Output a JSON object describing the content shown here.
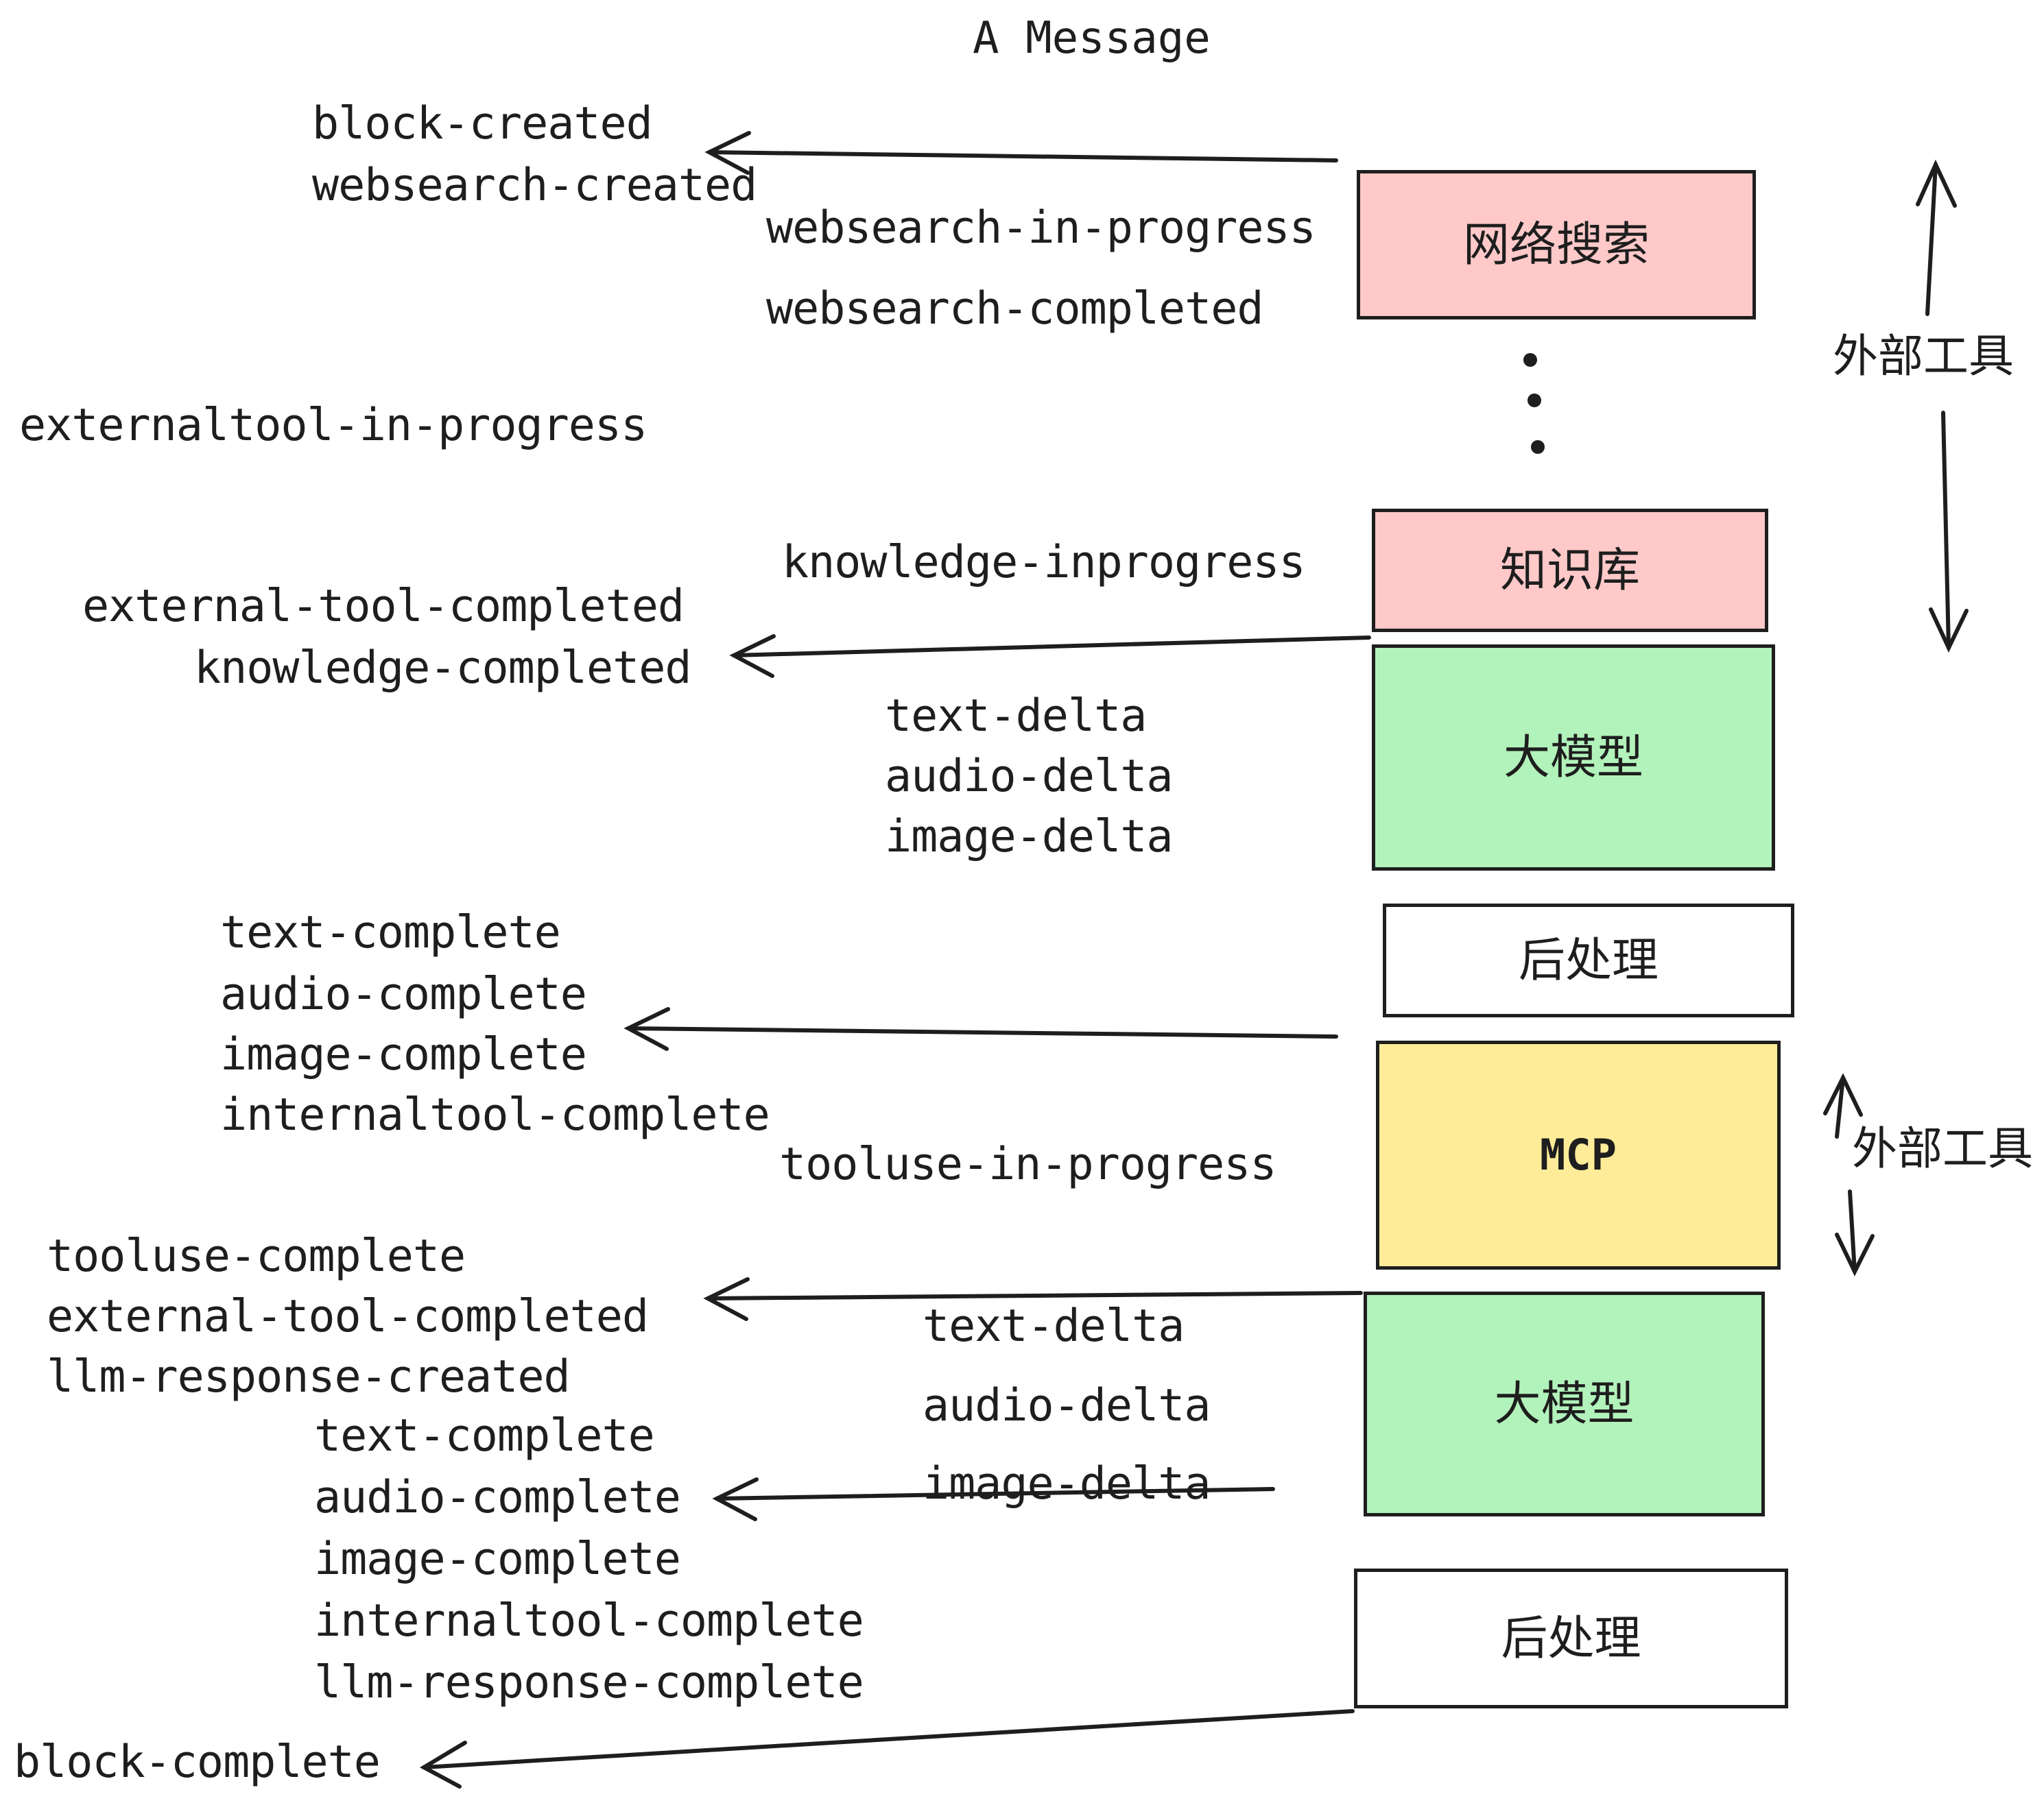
{
  "title": "A Message",
  "events": {
    "block_created": "block-created",
    "websearch_created": "websearch-created",
    "websearch_in_progress": "websearch-in-progress",
    "websearch_completed": "websearch-completed",
    "externaltool_in_progress": "externaltool-in-progress",
    "knowledge_inprogress": "knowledge-inprogress",
    "external_tool_completed": "external-tool-completed",
    "knowledge_completed": "knowledge-completed",
    "text_delta": "text-delta",
    "audio_delta": "audio-delta",
    "image_delta": "image-delta",
    "text_complete": "text-complete",
    "audio_complete": "audio-complete",
    "image_complete": "image-complete",
    "internaltool_complete": "internaltool-complete",
    "tooluse_in_progress": "tooluse-in-progress",
    "tooluse_complete": "tooluse-complete",
    "llm_response_created": "llm-response-created",
    "llm_response_complete": "llm-response-complete",
    "block_complete": "block-complete"
  },
  "boxes": {
    "websearch": {
      "label": "网络搜索",
      "color": "#ffc9c9"
    },
    "knowledge": {
      "label": "知识库",
      "color": "#ffc9c9"
    },
    "llm1": {
      "label": "大模型",
      "color": "#b2f2bb"
    },
    "post1": {
      "label": "后处理",
      "color": "#ffffff"
    },
    "mcp": {
      "label": "MCP",
      "color": "#ffec99"
    },
    "llm2": {
      "label": "大模型",
      "color": "#b2f2bb"
    },
    "post2": {
      "label": "后处理",
      "color": "#ffffff"
    }
  },
  "side_labels": {
    "external_tools_top": "外部工具",
    "external_tools_bottom": "外部工具"
  },
  "colors": {
    "ink": "#1e1e1e",
    "pink": "#ffc9c9",
    "green": "#b2f2bb",
    "yellow": "#ffec99",
    "white": "#ffffff"
  }
}
